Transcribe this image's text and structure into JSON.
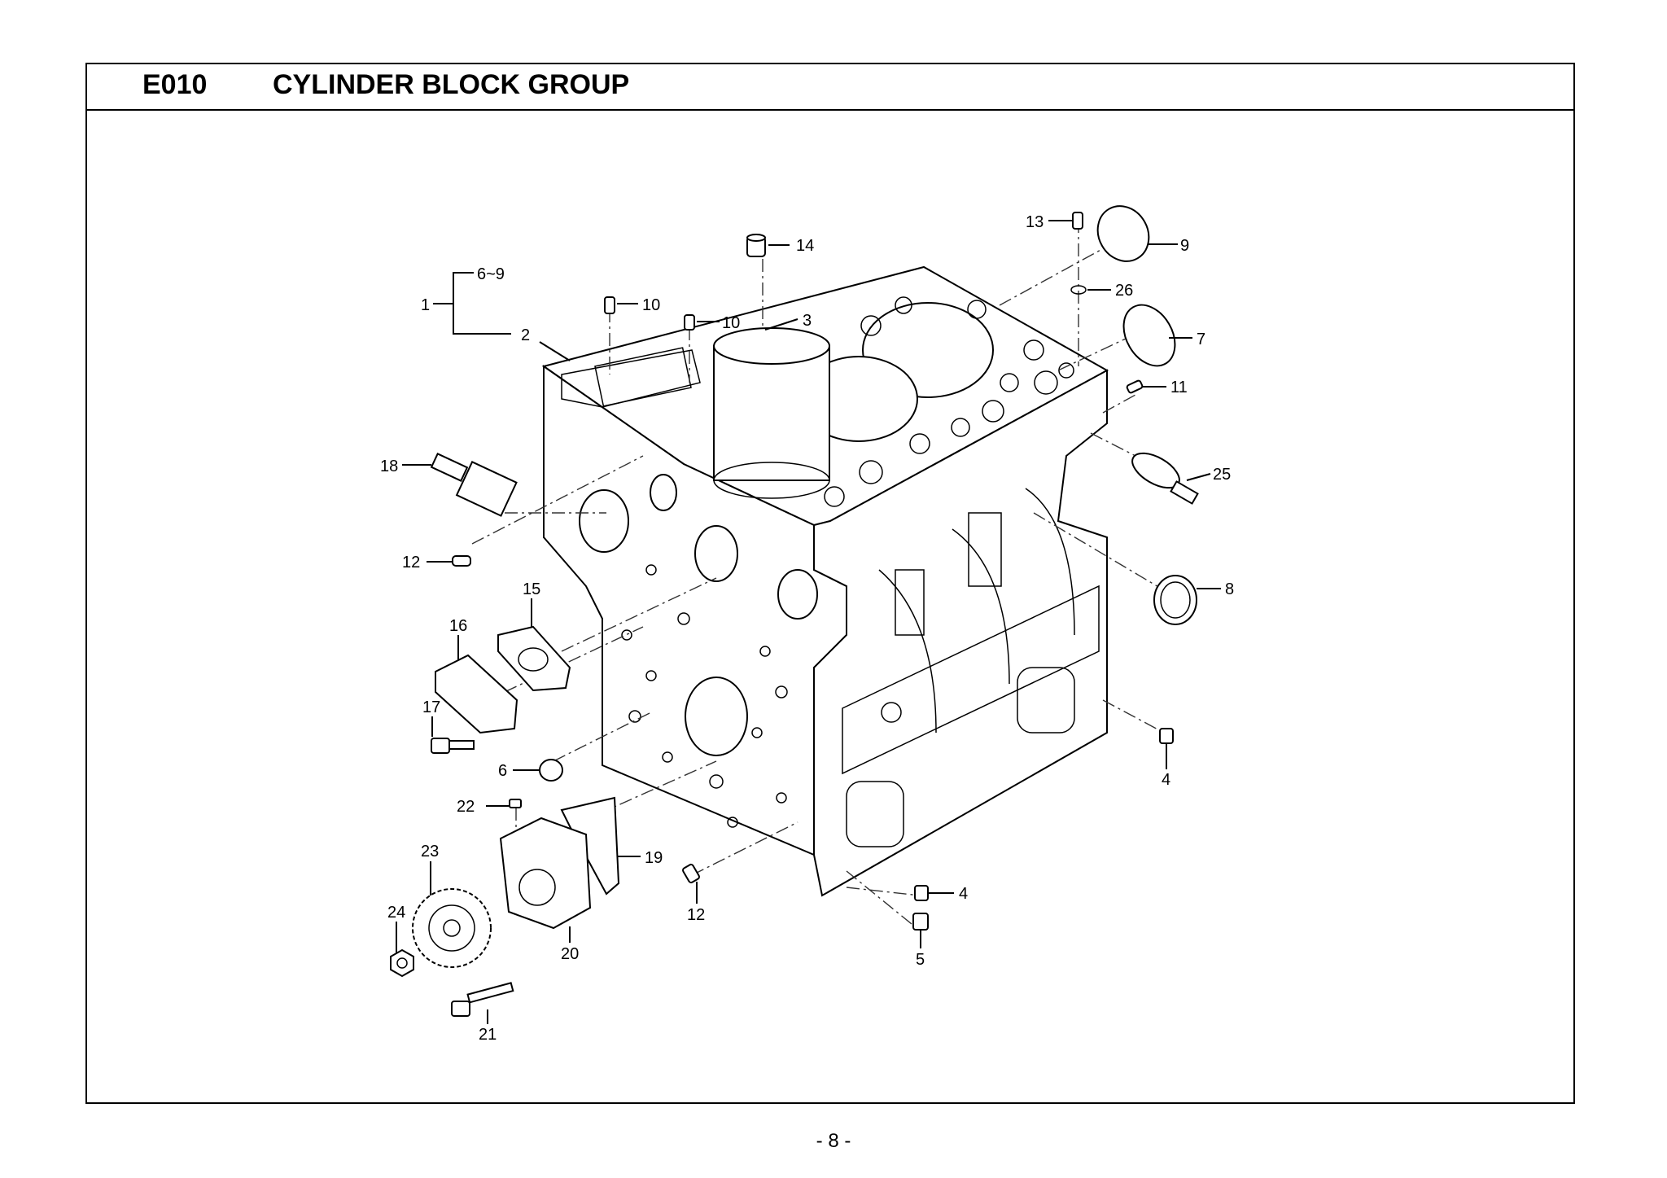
{
  "header": {
    "code": "E010",
    "title": "CYLINDER BLOCK GROUP"
  },
  "footer": {
    "page": "- 8 -"
  },
  "callouts": [
    {
      "id": "c14",
      "text": "14"
    },
    {
      "id": "c13",
      "text": "13"
    },
    {
      "id": "c9",
      "text": "9"
    },
    {
      "id": "c26",
      "text": "26"
    },
    {
      "id": "c6_9",
      "text": "6~9"
    },
    {
      "id": "c1",
      "text": "1"
    },
    {
      "id": "c2",
      "text": "2"
    },
    {
      "id": "c10a",
      "text": "10"
    },
    {
      "id": "c10b",
      "text": "10"
    },
    {
      "id": "c3",
      "text": "3"
    },
    {
      "id": "c7",
      "text": "7"
    },
    {
      "id": "c11",
      "text": "11"
    },
    {
      "id": "c25",
      "text": "25"
    },
    {
      "id": "c18",
      "text": "18"
    },
    {
      "id": "c12a",
      "text": "12"
    },
    {
      "id": "c8",
      "text": "8"
    },
    {
      "id": "c15",
      "text": "15"
    },
    {
      "id": "c16",
      "text": "16"
    },
    {
      "id": "c17",
      "text": "17"
    },
    {
      "id": "c6",
      "text": "6"
    },
    {
      "id": "c4a",
      "text": "4"
    },
    {
      "id": "c22",
      "text": "22"
    },
    {
      "id": "c19",
      "text": "19"
    },
    {
      "id": "c23",
      "text": "23"
    },
    {
      "id": "c24",
      "text": "24"
    },
    {
      "id": "c20",
      "text": "20"
    },
    {
      "id": "c12b",
      "text": "12"
    },
    {
      "id": "c4b",
      "text": "4"
    },
    {
      "id": "c5",
      "text": "5"
    },
    {
      "id": "c21",
      "text": "21"
    }
  ]
}
